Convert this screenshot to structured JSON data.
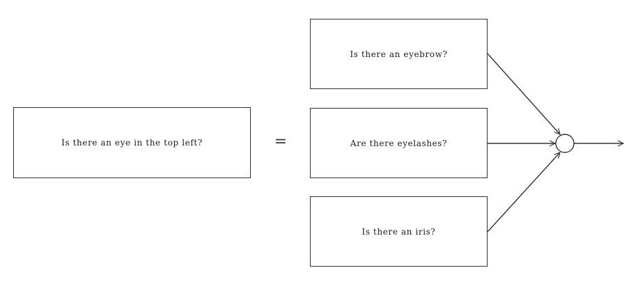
{
  "main_question": "Is there an eye in the top left?",
  "equals_symbol": "=",
  "sub_questions": [
    "Is there an eyebrow?",
    "Are there eyelashes?",
    "Is there an iris?"
  ],
  "colors": {
    "stroke": "#333333",
    "background": "#ffffff"
  }
}
